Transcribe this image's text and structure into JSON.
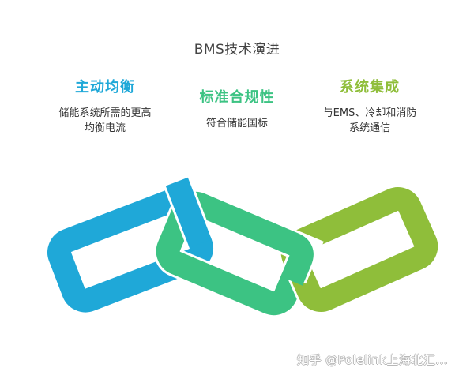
{
  "title": "BMS技术演进",
  "steps": [
    {
      "heading": "主动均衡",
      "description_lines": [
        "储能系统所需的更高",
        "均衡电流"
      ],
      "color": "#1fa8d8"
    },
    {
      "heading": "标准合规性",
      "description_lines": [
        "符合储能国标"
      ],
      "color": "#3cc383"
    },
    {
      "heading": "系统集成",
      "description_lines": [
        "与EMS、冷却和消防",
        "系统通信"
      ],
      "color": "#8fbe3a"
    }
  ],
  "chain": {
    "links": [
      {
        "name": "blue-link",
        "color": "#1fa8d8"
      },
      {
        "name": "green-link",
        "color": "#3cc383"
      },
      {
        "name": "lime-link",
        "color": "#8fbe3a"
      }
    ]
  },
  "watermark": "知乎 @Polelink上海北汇..."
}
